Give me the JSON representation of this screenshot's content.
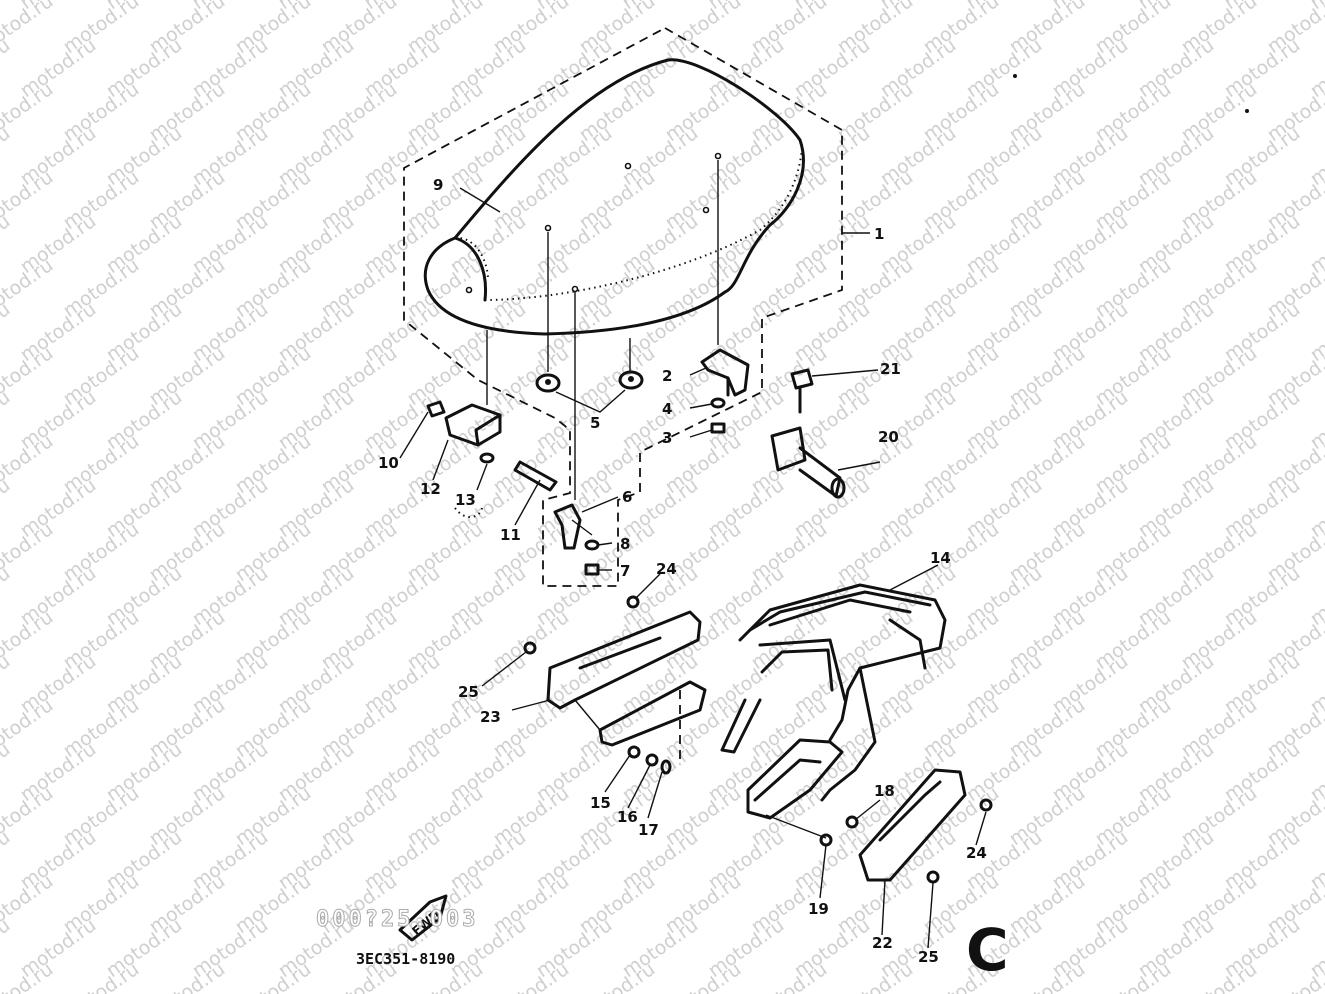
{
  "watermark": "motod.ru",
  "callouts": [
    "1",
    "2",
    "3",
    "4",
    "5",
    "6",
    "7",
    "8",
    "9",
    "10",
    "11",
    "12",
    "13",
    "14",
    "15",
    "16",
    "17",
    "18",
    "19",
    "20",
    "21",
    "22",
    "23",
    "24",
    "24",
    "25",
    "25"
  ],
  "ref_code": "3EC351-8190",
  "faint_code": "000?25.003",
  "section_letter": "C",
  "fwd_label": "FWD"
}
